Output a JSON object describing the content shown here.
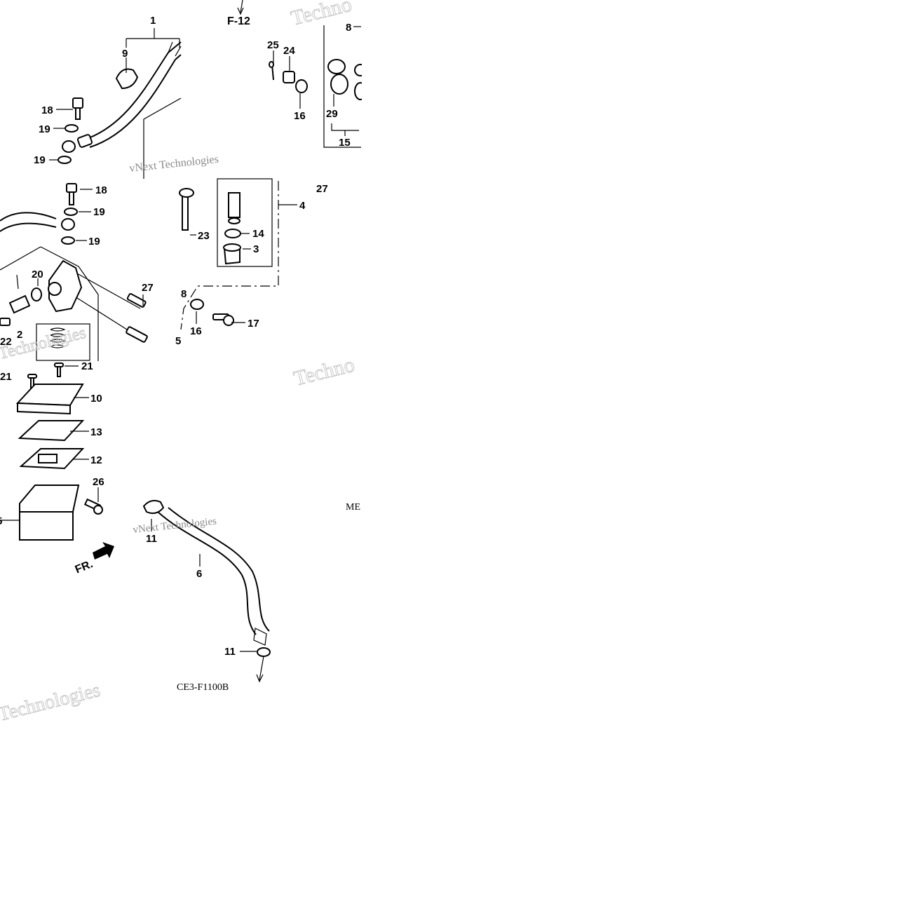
{
  "diagram": {
    "figure_code": "CE3-F1100B",
    "section_ref": "F-12",
    "side_text": "ME",
    "front_marker": "FR.",
    "watermarks": [
      "vNext Technologies",
      "Technologies",
      "Techno"
    ]
  },
  "callouts": {
    "c1": "1",
    "c3": "3",
    "c4": "4",
    "c5a": "5",
    "c5b": "5",
    "c6": "6",
    "c8a": "8",
    "c8b": "8",
    "c9": "9",
    "c10": "10",
    "c11a": "11",
    "c11b": "11",
    "c12": "12",
    "c13": "13",
    "c14": "14",
    "c15": "15",
    "c16a": "16",
    "c16b": "16",
    "c17": "17",
    "c18a": "18",
    "c18b": "18",
    "c19a": "19",
    "c19b": "19",
    "c19c": "19",
    "c19d": "19",
    "c20": "20",
    "c21a": "21",
    "c21b": "21",
    "c22": "22",
    "c23": "23",
    "c24": "24",
    "c25": "25",
    "c26": "26",
    "c27a": "27",
    "c27b": "27",
    "c29": "29",
    "c2x": "2"
  }
}
